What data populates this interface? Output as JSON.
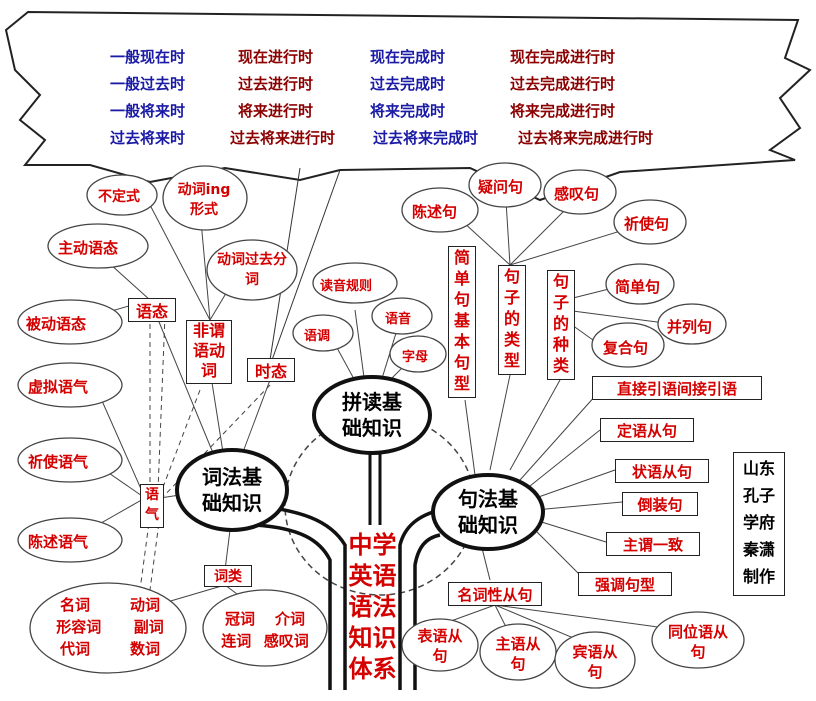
{
  "header_tenses": [
    [
      "一般现在时",
      "现在进行时",
      "现在完成时",
      "现在完成进行时"
    ],
    [
      "一般过去时",
      "过去进行时",
      "过去完成时",
      "过去完成进行时"
    ],
    [
      "一般将来时",
      "将来进行时",
      "将来完成时",
      "将来完成进行时"
    ],
    [
      "过去将来时",
      "过去将来进行时",
      "过去将来完成时",
      "过去将来完成进行时"
    ]
  ],
  "centers": {
    "lexical": [
      "词法基",
      "础知识"
    ],
    "phonics": [
      "拼读基",
      "础知识"
    ],
    "syntax": [
      "句法基",
      "础知识"
    ]
  },
  "trunk_title": [
    "中学",
    "英语",
    "语法",
    "知识",
    "体系"
  ],
  "author": [
    "山东",
    "孔子",
    "学府",
    "秦潇",
    "制作"
  ],
  "lexical": {
    "voice_box": "语态",
    "voice_items": [
      "主动语态",
      "被动语态"
    ],
    "nonfinite_box": [
      "非谓",
      "语动",
      "词"
    ],
    "nonfinite_items": [
      "不定式",
      "动词ing形式",
      "动词过去分词"
    ],
    "tense_box": "时态",
    "mood_box": [
      "语",
      "气"
    ],
    "mood_items": [
      "虚拟语气",
      "祈使语气",
      "陈述语气"
    ],
    "wordclass_box": "词类",
    "wordclass_cloud_a": [
      "名词",
      "动词",
      "形容词",
      "副词",
      "代词",
      "数词"
    ],
    "wordclass_cloud_b": [
      "冠词",
      "介词",
      "连词",
      "感叹词"
    ]
  },
  "phonics": {
    "items": [
      "读音规则",
      "语调",
      "语音",
      "字母"
    ]
  },
  "syntax": {
    "box_basic": [
      "简",
      "单",
      "句",
      "基",
      "本",
      "句",
      "型"
    ],
    "box_types": [
      "句",
      "子",
      "的",
      "类",
      "型"
    ],
    "box_kinds": [
      "句",
      "子",
      "的",
      "种",
      "类"
    ],
    "type_items": [
      "陈述句",
      "疑问句",
      "感叹句",
      "祈使句"
    ],
    "kind_items": [
      "简单句",
      "并列句",
      "复合句"
    ],
    "boxes_right": [
      "直接引语间接引语",
      "定语从句",
      "状语从句",
      "倒装句",
      "主谓一致",
      "强调句型"
    ],
    "noun_clause_box": "名词性从句",
    "noun_clause_items": [
      "表语从句",
      "主语从句",
      "宾语从句",
      "同位语从句"
    ]
  }
}
